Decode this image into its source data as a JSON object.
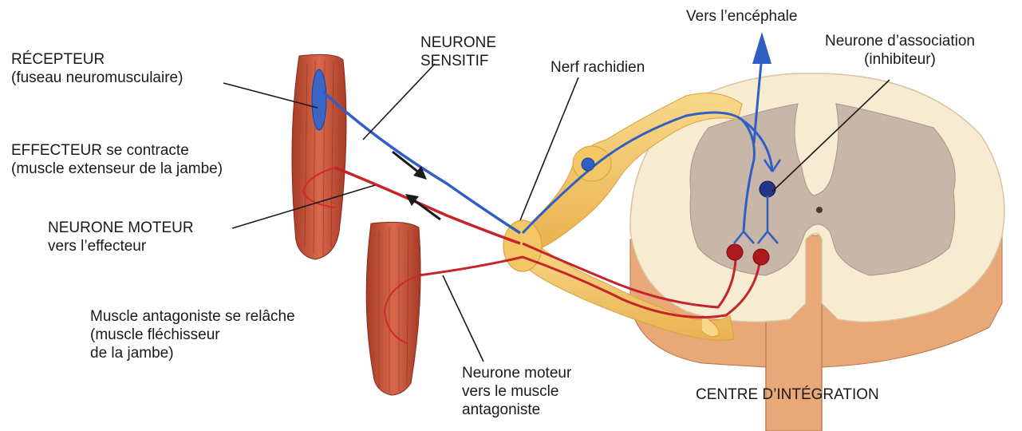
{
  "labels": {
    "recepteur": {
      "line1": "RÉCEPTEUR",
      "line2": "(fuseau neuromusculaire)"
    },
    "effecteur": {
      "line1": "EFFECTEUR se contracte",
      "line2": "(muscle extenseur de la jambe)"
    },
    "neurone_moteur": {
      "line1": "NEURONE MOTEUR",
      "line2": "vers l’effecteur"
    },
    "antagoniste": {
      "line1": "Muscle antagoniste se relâche",
      "line2": "(muscle fléchisseur",
      "line3": "de la jambe)"
    },
    "neurone_sensitif": {
      "line1": "NEURONE",
      "line2": "SENSITIF"
    },
    "nerf_rachidien": "Nerf rachidien",
    "vers_encephale": "Vers l’encéphale",
    "neurone_association": {
      "line1": "Neurone d’association",
      "line2": "(inhibiteur)"
    },
    "neurone_moteur_antagoniste": {
      "line1": "Neurone moteur",
      "line2": "vers le muscle",
      "line3": "antagoniste"
    },
    "centre_integration": "CENTRE D’INTÉGRATION"
  },
  "colors": {
    "sensory_neuron": "#2f5fc4",
    "motor_neuron": "#c4242a",
    "muscle": "#c9543a",
    "nerve": "#f3c766",
    "white_matter": "#f7ecd2",
    "grey_matter": "#c8b7a8"
  }
}
